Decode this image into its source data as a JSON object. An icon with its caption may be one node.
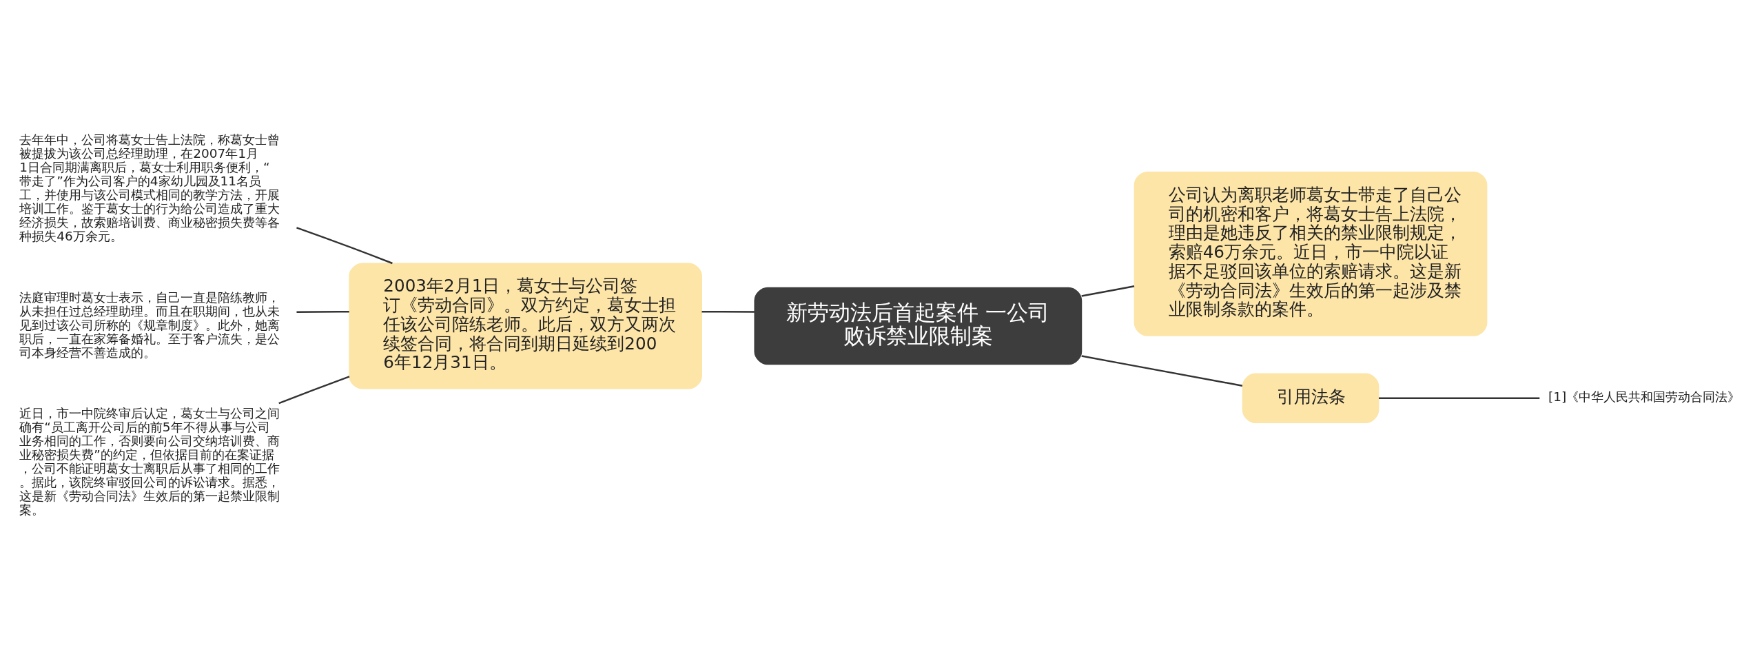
{
  "diagram": {
    "nodes": [
      {
        "text": [
          "新劳动法后首起案件 一公司败诉禁业限制案"
        ]
      },
      {
        "text": [
          "2003年2月1日，葛女士与公司签订《劳动合同》。双方约定，葛女士担任该公司陪练老师。此后，双方又两次续签合同，将合同到期日延续到2006年12月31日。"
        ]
      },
      {
        "text": [
          "去年年中，公司将葛女士告上法院，称葛女士曾被提拔为该公司总经理助理，在2007年1月1日合同期满离职后，葛女士利用职务便利，“带走了”作为公司客户的4家幼儿园及11名员工，并使用与该公司模式相同的教学方法，开展培训工作。鉴于葛女士的行为给公司造成了重大经济损失，故索赔培训费、商业秘密损失费等各种损失46万余元。"
        ]
      },
      {
        "text": [
          "法庭审理时葛女士表示，自己一直是陪练教师，从未担任过总经理助理。而且在职期间，也从未见到过该公司所称的《规章制度》。此外，她离职后，一直在家筹备婚礼。至于客户流失，是公司本身经营不善造成的。"
        ]
      },
      {
        "text": [
          "近日，市一中院终审后认定，葛女士与公司之间确有“员工离开公司后的前5年不得从事与公司业务相同的工作，否则要向公司交纳培训费、商业秘密损失费”的约定，但依据目前的在案证据，公司不能证明葛女士离职后从事了相同的工作。据此，该院终审驳回公司的诉讼请求。据悉，这是新《劳动合同法》生效后的第一起禁业限制案。"
        ]
      },
      {
        "text": [
          "公司认为离职老师葛女士带走了自己公司的机密和客户，将葛女士告上法院，理由是她违反了相关的禁业限制规定，索赔46万余元。近日，市一中院以证据不足驳回该单位的索赔请求。这是新《劳动合同法》生效后的第一起涉及禁业限制条款的案件。"
        ]
      },
      {
        "text": [
          "引用法条"
        ]
      },
      {
        "text": [
          "[1]《中华人民共和国劳动合同法》"
        ]
      }
    ],
    "edges": [
      {
        "from": 0,
        "to": 1,
        "arrow": "none"
      },
      {
        "from": 1,
        "to": 2,
        "arrow": "none"
      },
      {
        "from": 1,
        "to": 3,
        "arrow": "none"
      },
      {
        "from": 1,
        "to": 4,
        "arrow": "none"
      },
      {
        "from": 0,
        "to": 5,
        "arrow": "none"
      },
      {
        "from": 0,
        "to": 6,
        "arrow": "none"
      },
      {
        "from": 6,
        "to": 7,
        "arrow": "none"
      }
    ]
  }
}
